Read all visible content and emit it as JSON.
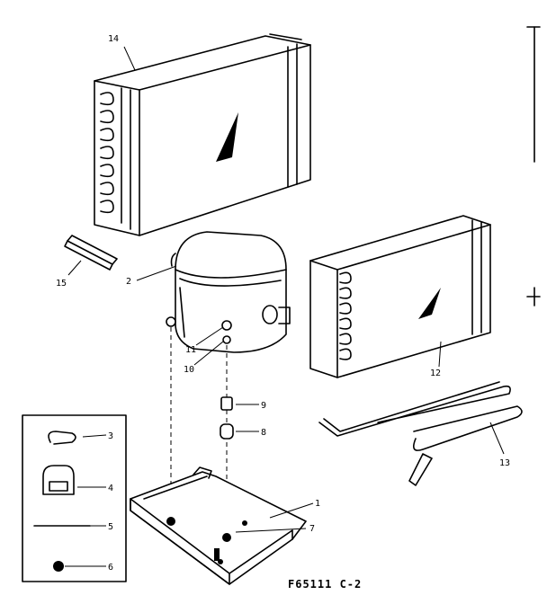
{
  "diagram": {
    "drawing_number": "F65111 C-2",
    "callouts": {
      "base_pan": "1",
      "compressor": "2",
      "clip": "3",
      "grommet": "4",
      "wire": "5",
      "nut": "6",
      "stud": "7",
      "spacer": "8",
      "mount": "9",
      "washer": "10",
      "bolt": "11",
      "condenser": "12",
      "tubing": "13",
      "evaporator": "14",
      "bracket": "15"
    }
  }
}
